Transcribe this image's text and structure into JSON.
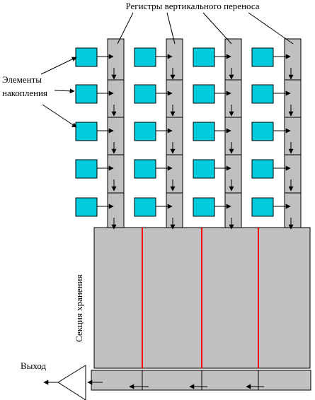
{
  "labels": {
    "vertical_registers": "Регистры вертикального переноса",
    "storage_elements_line1": "Элементы",
    "storage_elements_line2": "накопления",
    "storage_section": "Секция хранения",
    "output": "Выход"
  },
  "layout_counts": {
    "columns": 4,
    "rows": 5
  },
  "colors": {
    "pixel_fill": "#00ccdd",
    "register_fill": "#c0c0c0",
    "divider": "#ff0000",
    "stroke": "#000000",
    "background": "#ffffff"
  }
}
